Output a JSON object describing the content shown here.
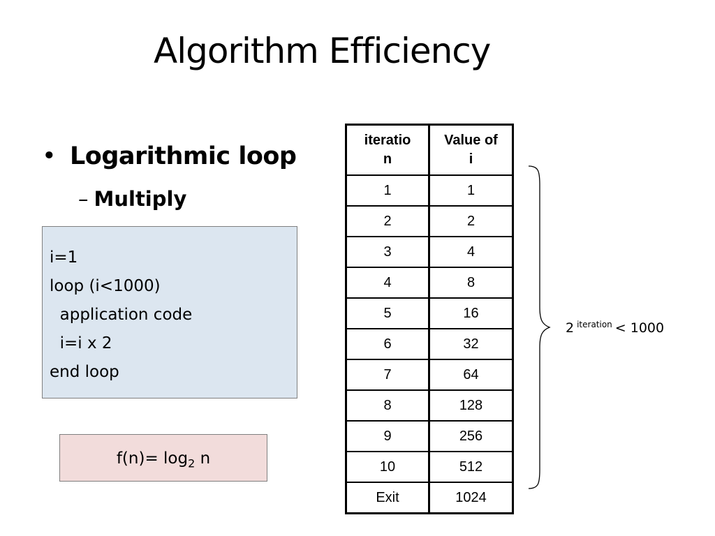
{
  "slide": {
    "title": "Algorithm Efficiency",
    "bullet": {
      "symbol": "•",
      "text": "Logarithmic loop"
    },
    "subbullet": {
      "symbol": "–",
      "text": "Multiply"
    }
  },
  "code": {
    "lines": [
      "i=1",
      "loop (i<1000)",
      "  application code",
      "  i=i x 2",
      "end loop"
    ]
  },
  "formula": {
    "prefix": "f(n)= log",
    "subscript": "2",
    "suffix": " n"
  },
  "table": {
    "headers": [
      "iteratio\nn",
      "Value of\ni"
    ],
    "rows": [
      [
        "1",
        "1"
      ],
      [
        "2",
        "2"
      ],
      [
        "3",
        "4"
      ],
      [
        "4",
        "8"
      ],
      [
        "5",
        "16"
      ],
      [
        "6",
        "32"
      ],
      [
        "7",
        "64"
      ],
      [
        "8",
        "128"
      ],
      [
        "9",
        "256"
      ],
      [
        "10",
        "512"
      ],
      [
        "Exit",
        "1024"
      ]
    ]
  },
  "note": {
    "base": "2",
    "exponent": "iteration",
    "rest": "< 1000"
  },
  "colors": {
    "code_bg": "#dce6f0",
    "formula_bg": "#f2dcdb",
    "border": "#7f7f7f"
  }
}
